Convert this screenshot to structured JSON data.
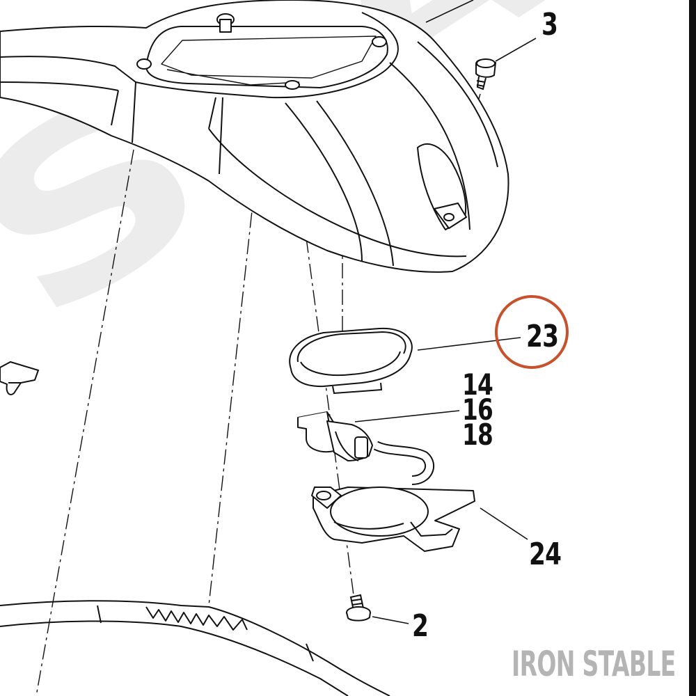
{
  "callouts": {
    "part_3": "3",
    "part_23": "23",
    "part_14": "14",
    "part_16": "16",
    "part_18": "18",
    "part_24": "24",
    "part_2": "2"
  },
  "brand": "IRON STABLE",
  "watermark": "STABLE",
  "highlight_color": "#C8502A",
  "line_color": "#111111"
}
